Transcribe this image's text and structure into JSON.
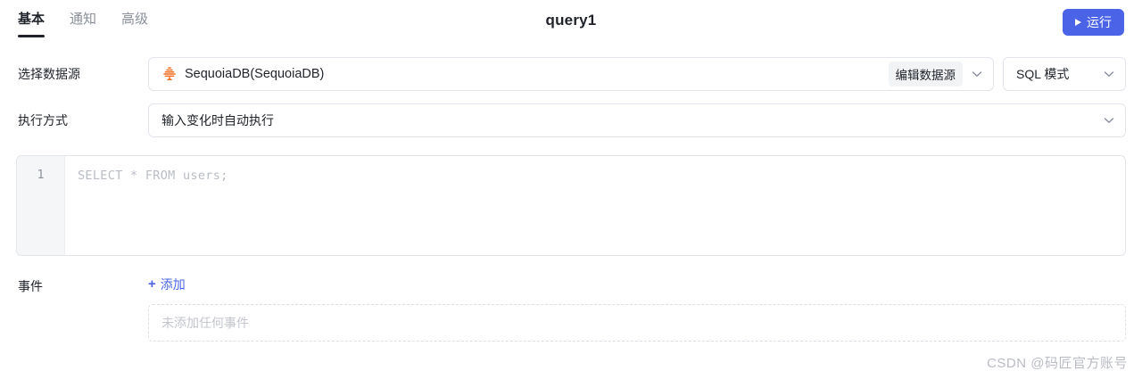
{
  "header": {
    "tabs": [
      {
        "label": "基本",
        "active": true
      },
      {
        "label": "通知",
        "active": false
      },
      {
        "label": "高级",
        "active": false
      }
    ],
    "title": "query1",
    "run_button": {
      "label": "运行",
      "icon": "play-icon",
      "color": "#4a63e7"
    }
  },
  "datasource_row": {
    "label": "选择数据源",
    "value": "SequoiaDB(SequoiaDB)",
    "icon": "sequoiadb-tree-icon",
    "icon_color": "#f26b1f",
    "edit_chip": "编辑数据源",
    "mode_select": "SQL 模式"
  },
  "exec_row": {
    "label": "执行方式",
    "value": "输入变化时自动执行"
  },
  "editor": {
    "line_number": "1",
    "placeholder": "SELECT * FROM users;"
  },
  "events": {
    "label": "事件",
    "add_label": "添加",
    "add_plus": "+",
    "empty_text": "未添加任何事件"
  },
  "watermark": "CSDN @码匠官方账号"
}
